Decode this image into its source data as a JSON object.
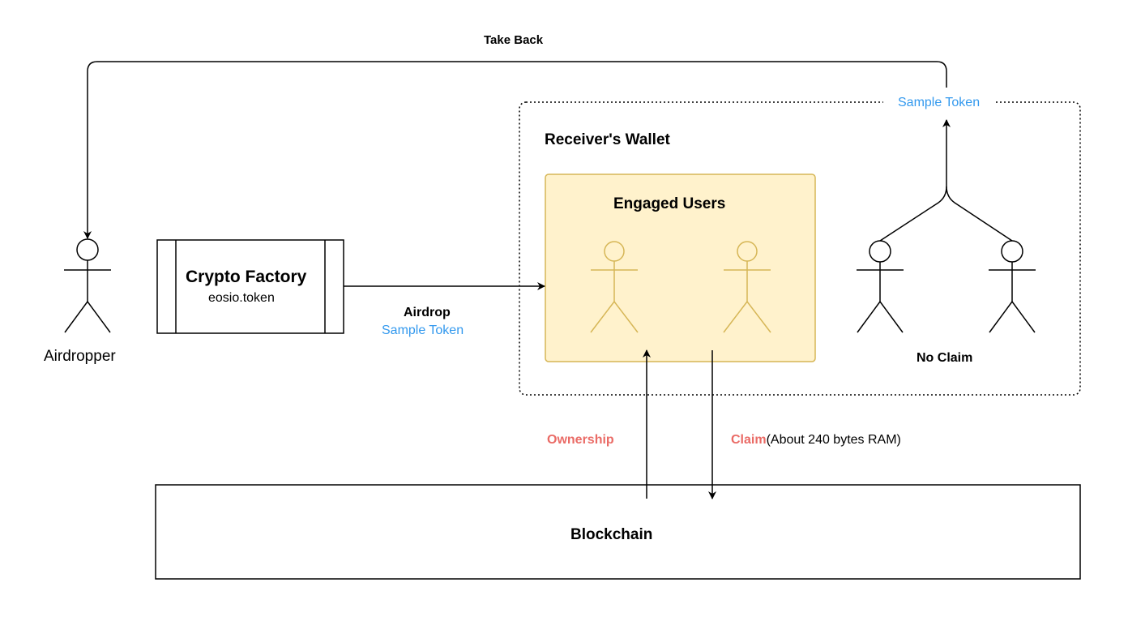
{
  "labels": {
    "take_back": "Take Back",
    "sample_token_top": "Sample Token",
    "receivers_wallet": "Receiver's Wallet",
    "engaged_users": "Engaged Users",
    "crypto_factory": "Crypto Factory",
    "eosio_token": "eosio.token",
    "airdropper": "Airdropper",
    "airdrop": "Airdrop",
    "sample_token_mid": "Sample Token",
    "no_claim": "No Claim",
    "ownership": "Ownership",
    "claim": "Claim",
    "claim_detail": "(About 240 bytes RAM)",
    "blockchain": "Blockchain"
  },
  "colors": {
    "accent_blue": "#3399ee",
    "accent_red": "#ea6b66",
    "engaged_fill": "#fff2cc",
    "engaged_stroke": "#d6b656"
  }
}
